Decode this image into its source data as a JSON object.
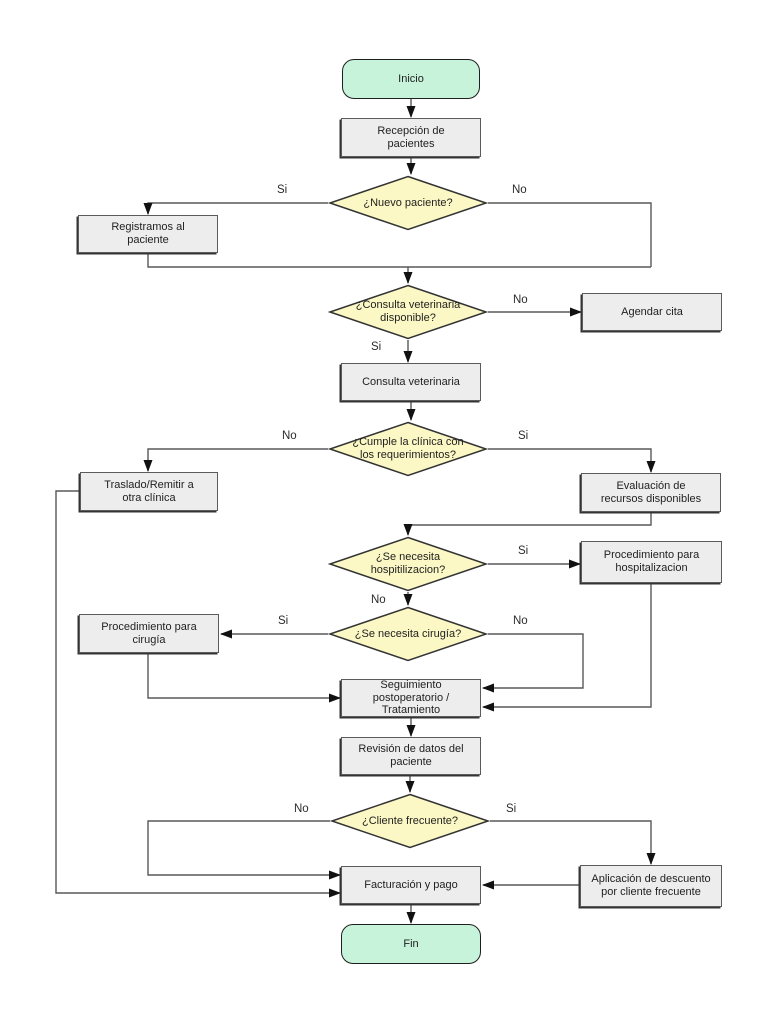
{
  "diagram": {
    "type": "flowchart",
    "language": "es",
    "topic": "Proceso de atención en clínica veterinaria",
    "colors": {
      "terminal_fill": "#c6f3da",
      "process_fill": "#ededed",
      "decision_fill": "#fbf8c5",
      "shape_border": "#333333",
      "connector_line": "#595959",
      "arrowhead": "#111111",
      "text": "#1f1f1f"
    },
    "nodes": {
      "inicio": {
        "kind": "terminal",
        "label": "Inicio"
      },
      "recepcion": {
        "kind": "process",
        "label": "Recepción de pacientes"
      },
      "nuevo_paciente": {
        "kind": "decision",
        "label": "¿Nuevo paciente?",
        "yes": "Si",
        "no": "No"
      },
      "registramos": {
        "kind": "process",
        "label": "Registramos al paciente"
      },
      "consulta_disponible": {
        "kind": "decision",
        "label": "¿Consulta veterinaria disponible?",
        "yes": "Si",
        "no": "No"
      },
      "agendar": {
        "kind": "process",
        "label": "Agendar cita"
      },
      "consulta": {
        "kind": "process",
        "label": "Consulta veterinaria"
      },
      "cumple": {
        "kind": "decision",
        "label": "¿Cumple la clínica con los requerimientos?",
        "yes": "Si",
        "no": "No"
      },
      "traslado": {
        "kind": "process",
        "label": "Traslado/Remitir a otra clínica"
      },
      "evaluacion": {
        "kind": "process",
        "label": "Evaluación de recursos disponibles"
      },
      "hospitalizacion_q": {
        "kind": "decision",
        "label": "¿Se necesita hospitilizacion?",
        "yes": "Si",
        "no": "No"
      },
      "proc_hospitalizacion": {
        "kind": "process",
        "label": "Procedimiento para hospitalizacion"
      },
      "cirugia_q": {
        "kind": "decision",
        "label": "¿Se necesita cirugía?",
        "yes": "Si",
        "no": "No"
      },
      "proc_cirugia": {
        "kind": "process",
        "label": "Procedimiento para cirugía"
      },
      "seguimiento": {
        "kind": "process",
        "label": "Seguimiento postoperatorio / Tratamiento"
      },
      "revision": {
        "kind": "process",
        "label": "Revisión de datos del paciente"
      },
      "cliente_frecuente": {
        "kind": "decision",
        "label": "¿Cliente frecuente?",
        "yes": "Si",
        "no": "No"
      },
      "facturacion": {
        "kind": "process",
        "label": "Facturación y pago"
      },
      "descuento": {
        "kind": "process",
        "label": "Aplicación de descuento por cliente frecuente"
      },
      "fin": {
        "kind": "terminal",
        "label": "Fin"
      }
    }
  }
}
